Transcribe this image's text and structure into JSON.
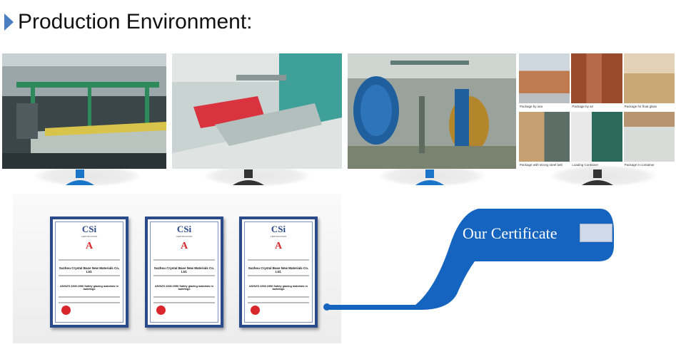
{
  "heading": {
    "title": "Production Environment:"
  },
  "packaging": {
    "captions": [
      "Package by sea",
      "Package by air",
      "Package for float glass",
      "Package with strong steel belt",
      "Loading Container",
      "Package in container"
    ]
  },
  "certificates": {
    "logo": "CSi",
    "logo_sub": "CERTIFICATION",
    "mark": "A",
    "company": "Suzhou Crystal Base New Materials Co. Ltd.",
    "standard": "AS/NZS 2208:1996 Safety glazing materials in buildings"
  },
  "banner": {
    "label": "Our Certificate"
  },
  "colors": {
    "accent": "#1565c0",
    "stand_blue": "#1a74c8",
    "stand_dark": "#333333",
    "cert_border": "#2b4a8a"
  }
}
